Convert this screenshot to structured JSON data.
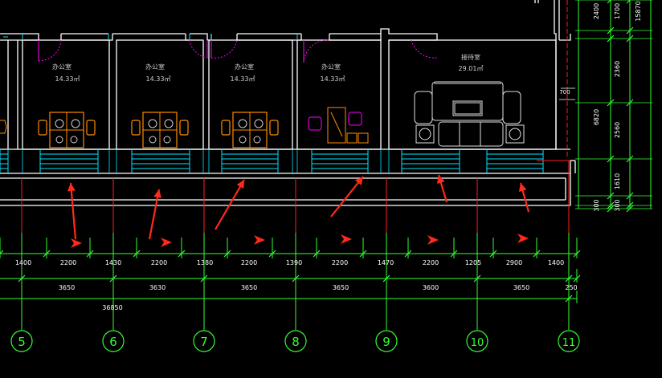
{
  "colors": {
    "background": "#000000",
    "wall": "#ffffff",
    "window": "#00e5ff",
    "dimension": "#33ff33",
    "axis_line": "#ff2020",
    "door_swing": "#ff00ff",
    "furniture_orange": "#ff8c00",
    "arrow": "#ff2a1a",
    "label": "#d0d0d0"
  },
  "rooms": [
    {
      "name": "办公室",
      "area": "14.33㎡"
    },
    {
      "name": "办公室",
      "area": "14.33㎡"
    },
    {
      "name": "办公室",
      "area": "14.33㎡"
    },
    {
      "name": "办公室",
      "area": "14.33㎡"
    },
    {
      "name": "接待室",
      "area": "29.01㎡"
    }
  ],
  "dimensions": {
    "row1": [
      "1400",
      "2200",
      "1430",
      "2200",
      "1380",
      "2200",
      "1390",
      "2200",
      "1470",
      "2200",
      "1205",
      "2900",
      "1400"
    ],
    "row2": [
      "3650",
      "3630",
      "3650",
      "3650",
      "3600",
      "3650",
      "250"
    ],
    "total": "36850",
    "right_column_a": [
      "1700",
      "2360",
      "6820",
      "2560",
      "1610",
      "300"
    ],
    "right_column_b": [
      "2400",
      "15870"
    ],
    "marker_700": "700",
    "marker_300": "300"
  },
  "axes": [
    "5",
    "6",
    "7",
    "8",
    "9",
    "10",
    "11"
  ]
}
